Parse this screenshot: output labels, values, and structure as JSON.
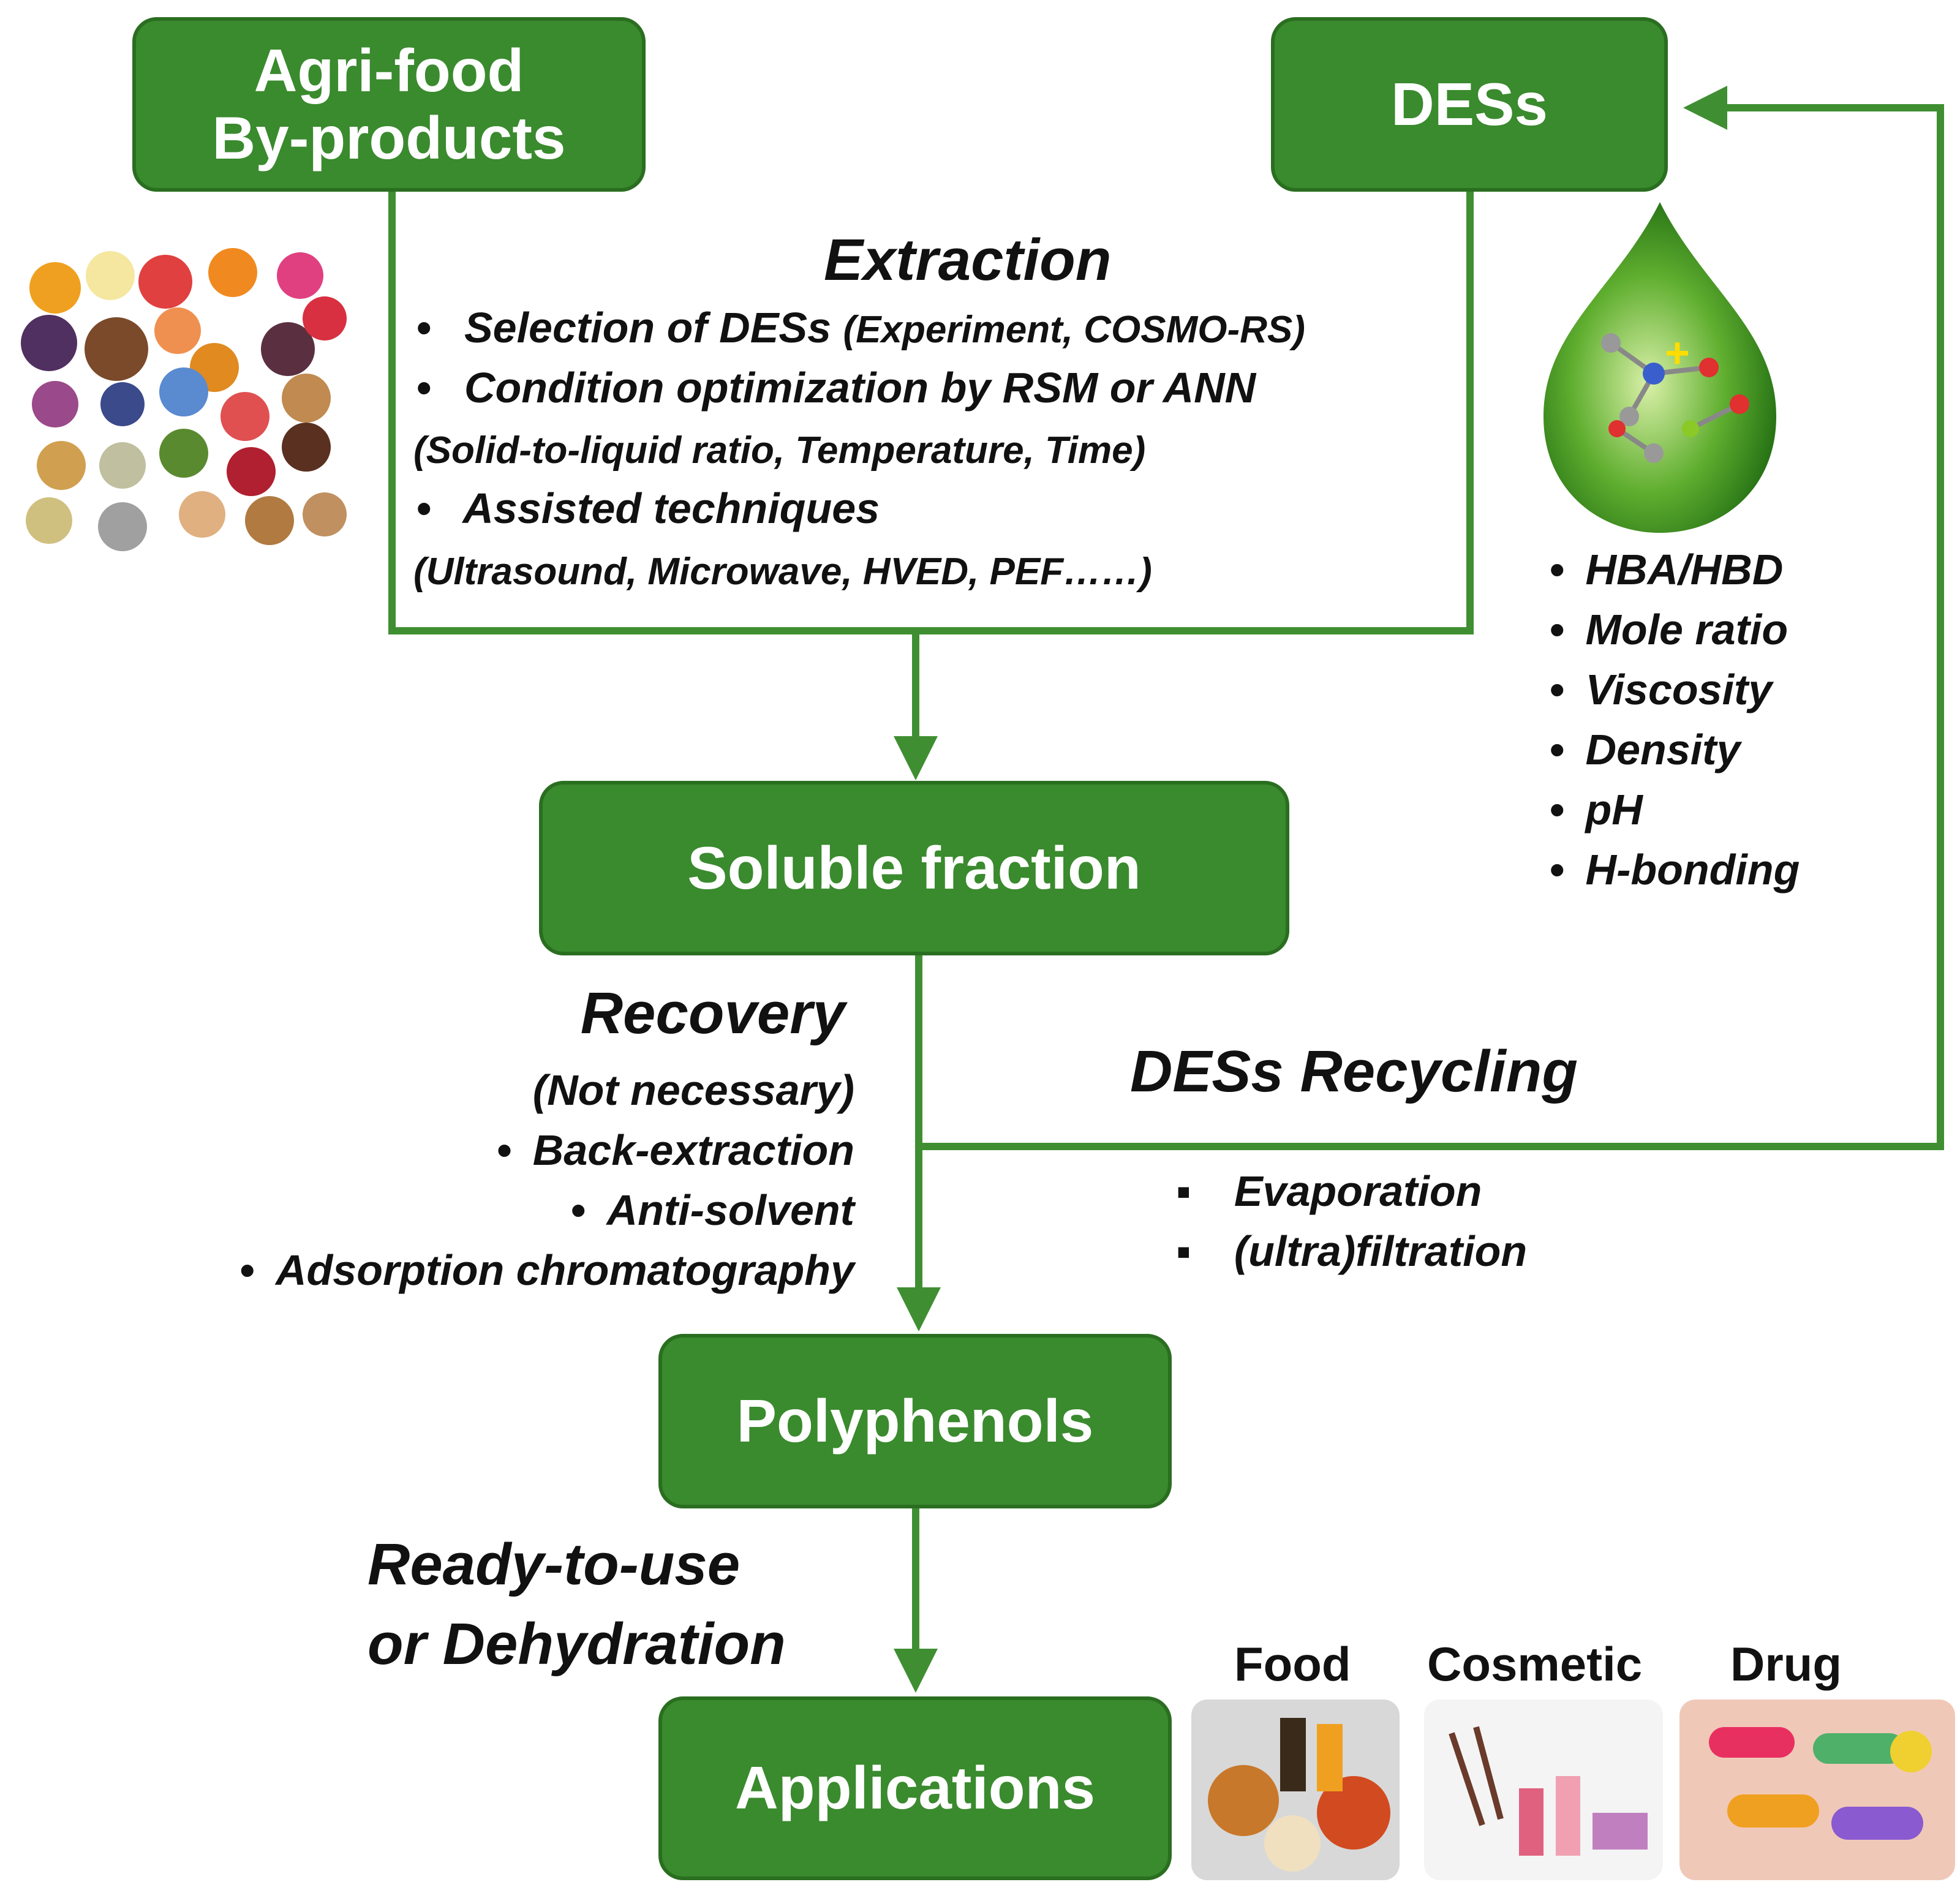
{
  "boxes": {
    "agri": [
      "Agri-food",
      "By-products"
    ],
    "des": "DESs",
    "soluble": "Soluble fraction",
    "polyphenols": "Polyphenols",
    "applications": "Applications"
  },
  "extraction": {
    "title": "Extraction",
    "item1": "Selection of DESs",
    "item1_note": "(Experiment, COSMO-RS)",
    "item2": "Condition optimization by RSM or ANN",
    "item2_note": "(Solid-to-liquid ratio, Temperature, Time)",
    "item3": "Assisted techniques",
    "item3_note": "(Ultrasound, Microwave, HVED, PEF……)"
  },
  "des_properties": [
    "HBA/HBD",
    "Mole ratio",
    "Viscosity",
    "Density",
    "pH",
    "H-bonding"
  ],
  "recovery": {
    "title": "Recovery",
    "note": "(Not necessary)",
    "items": [
      "Back-extraction",
      "Anti-solvent",
      "Adsorption chromatography"
    ]
  },
  "recycling": {
    "title": "DESs Recycling",
    "items": [
      "Evaporation",
      "(ultra)filtration"
    ]
  },
  "ready": [
    "Ready-to-use",
    "or Dehydration"
  ],
  "applications": [
    "Food",
    "Cosmetic",
    "Drug"
  ],
  "colors": {
    "box_fill": "#3a8a2e",
    "box_border": "#2a6e20",
    "arrow": "#3f8f32"
  }
}
